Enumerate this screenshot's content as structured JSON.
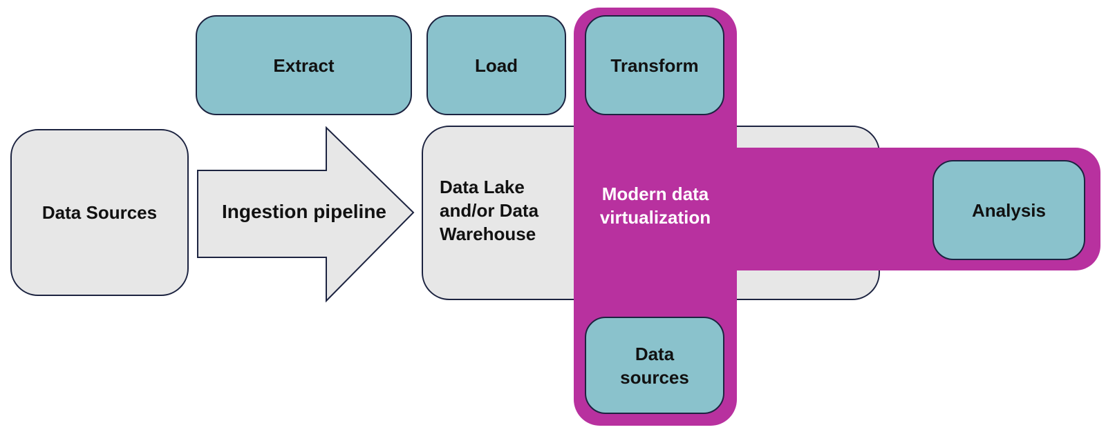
{
  "colors": {
    "teal": "#8ac2cc",
    "grey": "#e7e7e7",
    "magenta": "#b8319f",
    "outline": "#1c2340"
  },
  "nodes": {
    "data_sources_left": "Data Sources",
    "ingestion": "Ingestion pipeline",
    "extract": "Extract",
    "load": "Load",
    "transform": "Transform",
    "lake_line1": "Data Lake",
    "lake_line2": "and/or Data",
    "lake_line3": "Warehouse",
    "virt_line1": "Modern data",
    "virt_line2": "virtualization",
    "analysis": "Analysis",
    "bottom_line1": "Data",
    "bottom_line2": "sources"
  }
}
